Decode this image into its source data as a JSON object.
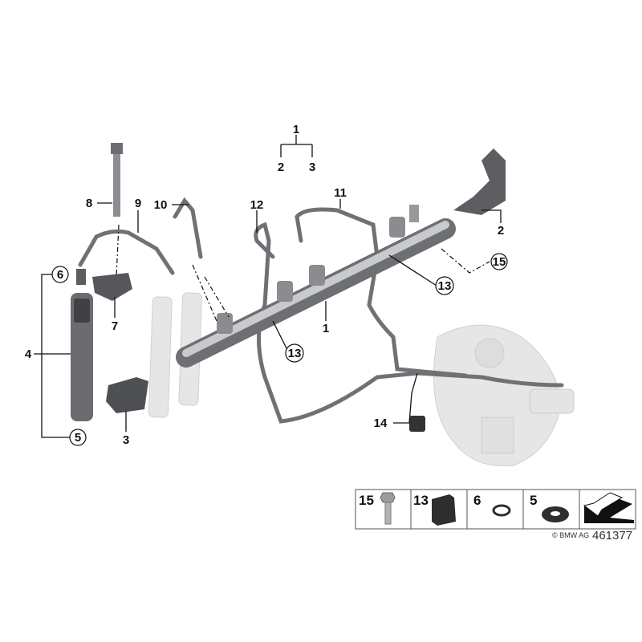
{
  "diagram": {
    "callouts": {
      "rail_top": "1",
      "rail_top_sub_a": "2",
      "rail_top_sub_b": "3",
      "bolt": "8",
      "line_9": "9",
      "line_10": "10",
      "line_12": "12",
      "line_11": "11",
      "pressure_sensor": "2",
      "screw_15": "15",
      "seal_6": "6",
      "clamp_7": "7",
      "injector_4": "4",
      "washer_5": "5",
      "sensor_3": "3",
      "grommet_13_right": "13",
      "rail_1": "1",
      "grommet_13_left": "13",
      "holder_14": "14"
    }
  },
  "legend": {
    "items": [
      {
        "number": "15",
        "icon": "bolt-icon"
      },
      {
        "number": "13",
        "icon": "rubber-grommet-icon"
      },
      {
        "number": "6",
        "icon": "o-ring-icon"
      },
      {
        "number": "5",
        "icon": "washer-icon"
      }
    ],
    "arrow_icon": "direction-arrow-icon"
  },
  "footer": {
    "copyright": "© BMW AG",
    "diagram_number": "461377"
  }
}
